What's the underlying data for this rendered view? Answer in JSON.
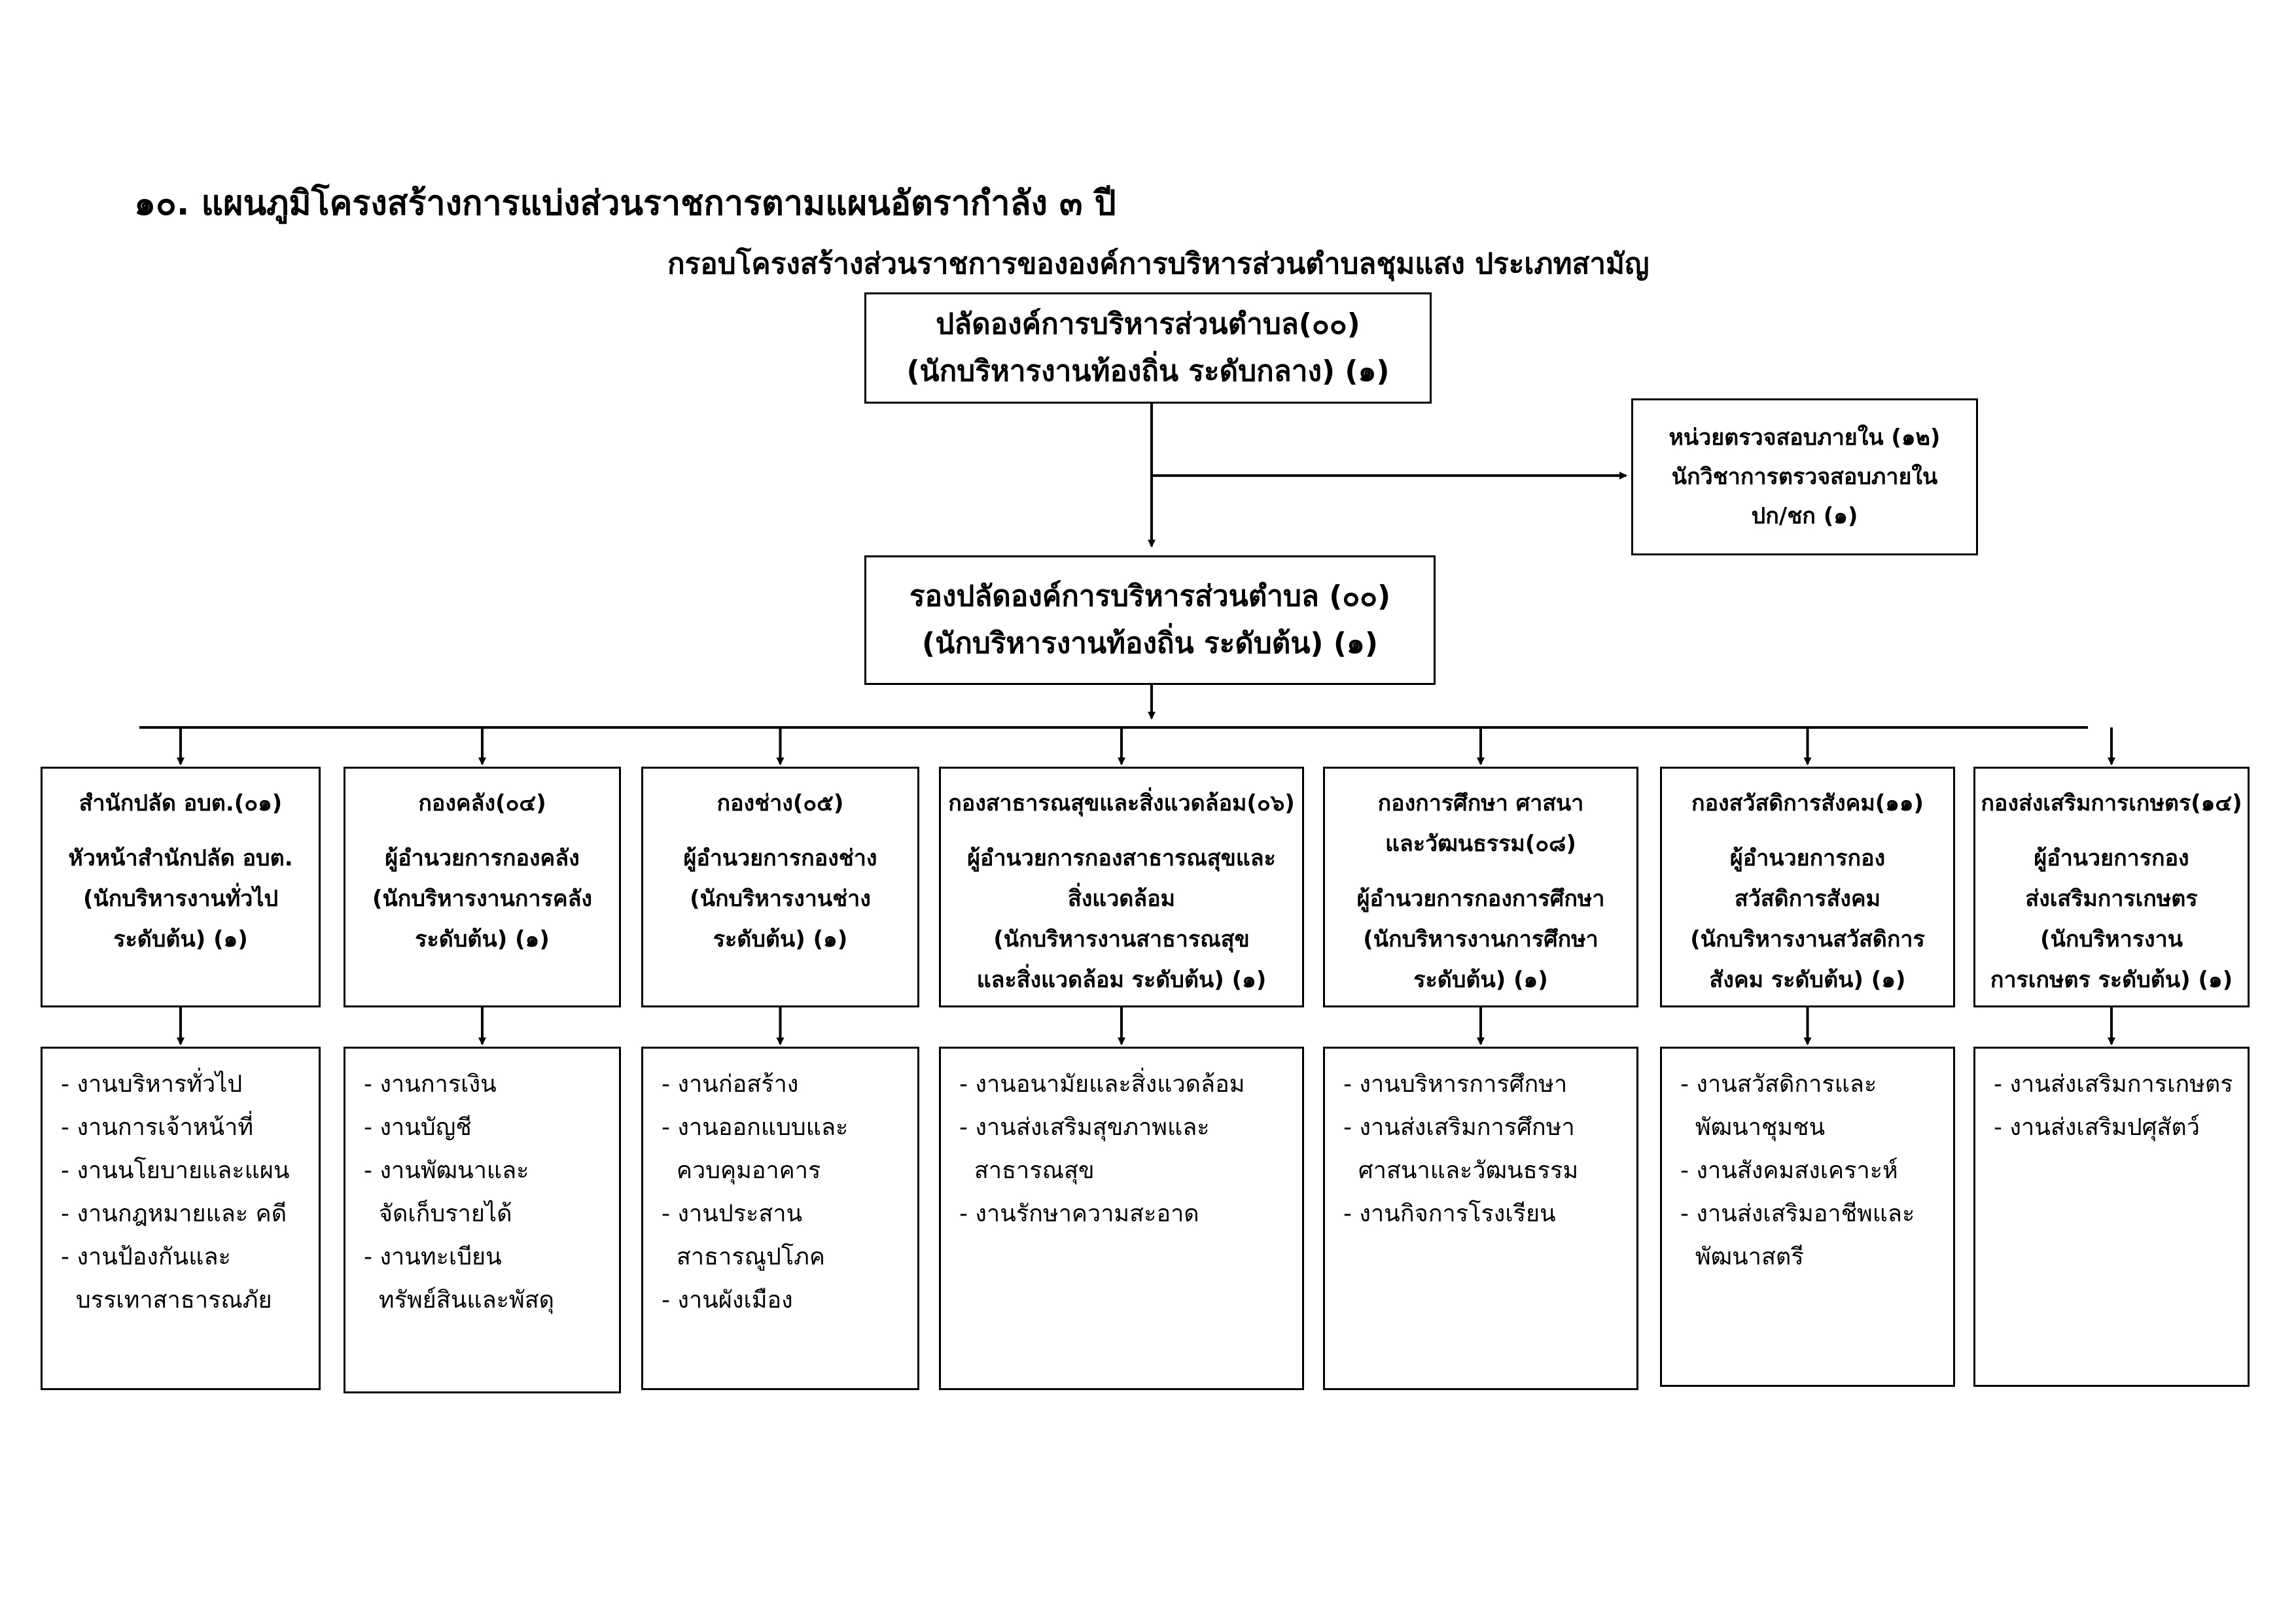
{
  "title": "๑๐. แผนภูมิโครงสร้างการแบ่งส่วนราชการตามแผนอัตรากำลัง ๓ ปี",
  "subtitle": "กรอบโครงสร้างส่วนราชการขององค์การบริหารส่วนตำบลชุมแสง ประเภทสามัญ",
  "top": {
    "line1": "ปลัดองค์การบริหารส่วนตำบล(๐๐)",
    "line2": "(นักบริหารงานท้องถิ่น ระดับกลาง) (๑)"
  },
  "audit": {
    "line1": "หน่วยตรวจสอบภายใน (๑๒)",
    "line2": "นักวิชาการตรวจสอบภายใน",
    "line3": "ปก/ชก (๑)"
  },
  "deputy": {
    "line1": "รองปลัดองค์การบริหารส่วนตำบล (๐๐)",
    "line2": "(นักบริหารงานท้องถิ่น ระดับต้น) (๑)"
  },
  "divisions": [
    {
      "name": [
        "สำนักปลัด อบต.(๐๑)"
      ],
      "head": [
        "หัวหน้าสำนักปลัด อบต.",
        "(นักบริหารงานทั่วไป",
        "ระดับต้น) (๑)"
      ],
      "tasks": [
        "- งานบริหารทั่วไป",
        "- งานการเจ้าหน้าที่",
        "- งานนโยบายและแผน",
        "- งานกฎหมายและ คดี",
        "- งานป้องกันและ",
        "  บรรเทาสาธารณภัย"
      ]
    },
    {
      "name": [
        "กองคลัง(๐๔)"
      ],
      "head": [
        "ผู้อำนวยการกองคลัง",
        "(นักบริหารงานการคลัง",
        "ระดับต้น) (๑)"
      ],
      "tasks": [
        "- งานการเงิน",
        "- งานบัญชี",
        "- งานพัฒนาและ",
        "  จัดเก็บรายได้",
        "- งานทะเบียน",
        "  ทรัพย์สินและพัสดุ"
      ]
    },
    {
      "name": [
        "กองช่าง(๐๕)"
      ],
      "head": [
        "ผู้อำนวยการกองช่าง",
        "(นักบริหารงานช่าง",
        "ระดับต้น) (๑)"
      ],
      "tasks": [
        "- งานก่อสร้าง",
        "- งานออกแบบและ",
        "  ควบคุมอาคาร",
        "- งานประสาน",
        "  สาธารณูปโภค",
        "- งานผังเมือง"
      ]
    },
    {
      "name": [
        "กองสาธารณสุขและสิ่งแวดล้อม(๐๖)"
      ],
      "head": [
        "ผู้อำนวยการกองสาธารณสุขและ",
        "สิ่งแวดล้อม",
        "(นักบริหารงานสาธารณสุข",
        "และสิ่งแวดล้อม ระดับต้น) (๑)"
      ],
      "tasks": [
        "- งานอนามัยและสิ่งแวดล้อม",
        "- งานส่งเสริมสุขภาพและ",
        "  สาธารณสุข",
        "- งานรักษาความสะอาด"
      ]
    },
    {
      "name": [
        "กองการศึกษา ศาสนา",
        "และวัฒนธรรม(๐๘)"
      ],
      "head": [
        "ผู้อำนวยการกองการศึกษา",
        "(นักบริหารงานการศึกษา",
        "ระดับต้น) (๑)"
      ],
      "tasks": [
        "- งานบริหารการศึกษา",
        "- งานส่งเสริมการศึกษา",
        "  ศาสนาและวัฒนธรรม",
        "- งานกิจการโรงเรียน"
      ]
    },
    {
      "name": [
        "กองสวัสดิการสังคม(๑๑)"
      ],
      "head": [
        "ผู้อำนวยการกอง",
        "สวัสดิการสังคม",
        "(นักบริหารงานสวัสดิการ",
        "สังคม ระดับต้น) (๑)"
      ],
      "tasks": [
        "- งานสวัสดิการและ",
        "  พัฒนาชุมชน",
        "- งานสังคมสงเคราะห์",
        "- งานส่งเสริมอาชีพและ",
        "  พัฒนาสตรี"
      ]
    },
    {
      "name": [
        "กองส่งเสริมการเกษตร(๑๔)"
      ],
      "head": [
        "ผู้อำนวยการกอง",
        "ส่งเสริมการเกษตร",
        "(นักบริหารงาน",
        "การเกษตร ระดับต้น) (๑)"
      ],
      "tasks": [
        "- งานส่งเสริมการเกษตร",
        "- งานส่งเสริมปศุสัตว์"
      ]
    }
  ]
}
